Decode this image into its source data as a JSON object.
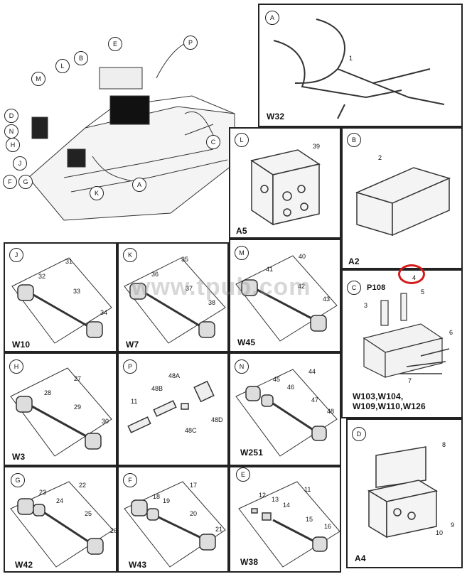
{
  "overview": {
    "letters": [
      "A",
      "B",
      "C",
      "D",
      "E",
      "F",
      "G",
      "H",
      "J",
      "K",
      "L",
      "M",
      "N",
      "P"
    ]
  },
  "panels": [
    {
      "key": "w32",
      "letter": "A",
      "name": "W32",
      "callouts": [
        "1"
      ]
    },
    {
      "key": "a5",
      "letter": "L",
      "name": "A5",
      "callouts": [
        "39"
      ]
    },
    {
      "key": "a2",
      "letter": "B",
      "name": "A2",
      "callouts": [
        "2"
      ]
    },
    {
      "key": "w10",
      "letter": "J",
      "name": "W10",
      "callouts": [
        "31",
        "32",
        "33",
        "34"
      ]
    },
    {
      "key": "w7",
      "letter": "K",
      "name": "W7",
      "callouts": [
        "35",
        "36",
        "37",
        "38"
      ]
    },
    {
      "key": "w45",
      "letter": "M",
      "name": "W45",
      "callouts": [
        "40",
        "41",
        "42",
        "43"
      ]
    },
    {
      "key": "p108",
      "letter": "C",
      "name": "W103,W104,\nW109,W110,W126",
      "title": "P108",
      "callouts": [
        "3",
        "4",
        "5",
        "6",
        "7"
      ]
    },
    {
      "key": "w3",
      "letter": "H",
      "name": "W3",
      "callouts": [
        "27",
        "28",
        "29",
        "30"
      ]
    },
    {
      "key": "p",
      "letter": "P",
      "name": "",
      "callouts": [
        "11",
        "48A",
        "48B",
        "48C",
        "48D"
      ]
    },
    {
      "key": "w251",
      "letter": "N",
      "name": "W251",
      "callouts": [
        "44",
        "45",
        "46",
        "47",
        "48"
      ]
    },
    {
      "key": "a4",
      "letter": "D",
      "name": "A4",
      "callouts": [
        "8",
        "9",
        "10"
      ]
    },
    {
      "key": "w42",
      "letter": "G",
      "name": "W42",
      "callouts": [
        "22",
        "23",
        "24",
        "25",
        "26"
      ]
    },
    {
      "key": "w43",
      "letter": "F",
      "name": "W43",
      "callouts": [
        "17",
        "18",
        "19",
        "20",
        "21"
      ]
    },
    {
      "key": "w38",
      "letter": "E",
      "name": "W38",
      "callouts": [
        "11",
        "12",
        "13",
        "14",
        "15",
        "16"
      ]
    }
  ],
  "watermark": "www.tpub.com",
  "highlight_color": "#d21a1a"
}
